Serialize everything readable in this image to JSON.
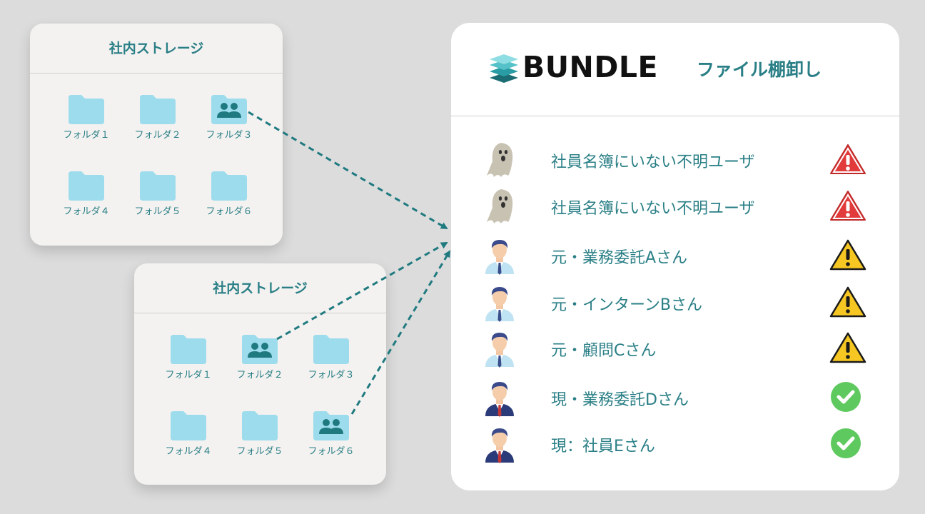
{
  "storage_panels": [
    {
      "title": "社内ストレージ",
      "folders": [
        {
          "label": "フォルダ１",
          "shared": false
        },
        {
          "label": "フォルダ２",
          "shared": false
        },
        {
          "label": "フォルダ３",
          "shared": true
        },
        {
          "label": "フォルダ４",
          "shared": false
        },
        {
          "label": "フォルダ５",
          "shared": false
        },
        {
          "label": "フォルダ６",
          "shared": false
        }
      ]
    },
    {
      "title": "社内ストレージ",
      "folders": [
        {
          "label": "フォルダ１",
          "shared": false
        },
        {
          "label": "フォルダ２",
          "shared": true
        },
        {
          "label": "フォルダ３",
          "shared": false
        },
        {
          "label": "フォルダ４",
          "shared": false
        },
        {
          "label": "フォルダ５",
          "shared": false
        },
        {
          "label": "フォルダ６",
          "shared": true
        }
      ]
    }
  ],
  "brand": {
    "name": "BUNDLE",
    "subtitle": "ファイル棚卸し",
    "logo_icon": "stacked-layers-icon"
  },
  "users": [
    {
      "name": "社員名簿にいない不明ユーザ",
      "avatar": "ghost-icon",
      "status": "danger-warning-icon"
    },
    {
      "name": "社員名簿にいない不明ユーザ",
      "avatar": "ghost-icon",
      "status": "danger-warning-icon"
    },
    {
      "name": "元・業務委託Aさん",
      "avatar": "person-light-suit-icon",
      "status": "caution-warning-icon"
    },
    {
      "name": "元・インターンBさん",
      "avatar": "person-light-suit-icon",
      "status": "caution-warning-icon"
    },
    {
      "name": "元・顧問Cさん",
      "avatar": "person-light-suit-icon",
      "status": "caution-warning-icon"
    },
    {
      "name": "現・業務委託Dさん",
      "avatar": "person-dark-suit-icon",
      "status": "ok-check-icon"
    },
    {
      "name": "現：社員Eさん",
      "avatar": "person-dark-suit-icon",
      "status": "ok-check-icon"
    }
  ],
  "colors": {
    "accent": "#2a7f86",
    "folder": "#9ddcec",
    "shared_folder_people": "#1f7a80",
    "danger": "#e23b3b",
    "caution": "#f6c623",
    "ok": "#5ec95e"
  }
}
